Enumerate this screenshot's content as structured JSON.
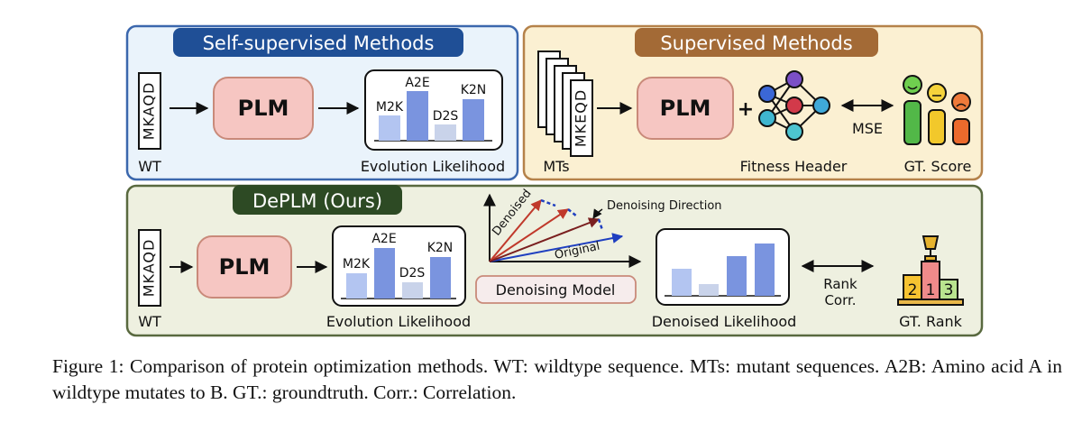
{
  "self_supervised": {
    "header": "Self-supervised Methods",
    "sequence": "MKAQD",
    "wt_label": "WT",
    "plm_label": "PLM",
    "likelihood_label": "Evolution Likelihood",
    "bar_labels": [
      "M2K",
      "A2E",
      "D2S",
      "K2N"
    ]
  },
  "supervised": {
    "header": "Supervised Methods",
    "sequence": "MKEQD",
    "mts_label": "MTs",
    "plm_label": "PLM",
    "plus": "+",
    "fitness_label": "Fitness Header",
    "mse_label": "MSE",
    "score_label": "GT. Score"
  },
  "deplm": {
    "header": "DePLM (Ours)",
    "sequence": "MKAQD",
    "wt_label": "WT",
    "plm_label": "PLM",
    "likelihood_label": "Evolution Likelihood",
    "bar_labels": [
      "M2K",
      "A2E",
      "D2S",
      "K2N"
    ],
    "denoised_axis": "Denoised",
    "original_axis": "Original",
    "direction_label": "Denoising Direction",
    "model_label": "Denoising Model",
    "denoised_likelihood_label": "Denoised Likelihood",
    "rank_corr_line1": "Rank",
    "rank_corr_line2": "Corr.",
    "podium": [
      "2",
      "1",
      "3"
    ],
    "rank_label": "GT. Rank"
  },
  "caption": "Figure 1: Comparison of protein optimization methods. WT: wildtype sequence. MTs: mutant sequences. A2B: Amino acid A in wildtype mutates to B. GT.: groundtruth. Corr.: Correlation.",
  "colors": {
    "self_bg": "#eaf3fb",
    "self_border": "#3b67ad",
    "self_header": "#1f4f96",
    "sup_bg": "#fbf0d2",
    "sup_border": "#b5824a",
    "sup_header": "#a36a36",
    "dep_bg": "#eef0e0",
    "dep_border": "#59693f",
    "dep_header": "#2d4a24",
    "plm_fill": "#f6c6c2",
    "plm_border": "#c98a7a",
    "bar_dark": "#7a94df",
    "bar_light": "#b3c5f1",
    "bar_pale": "#c9d3ea"
  }
}
